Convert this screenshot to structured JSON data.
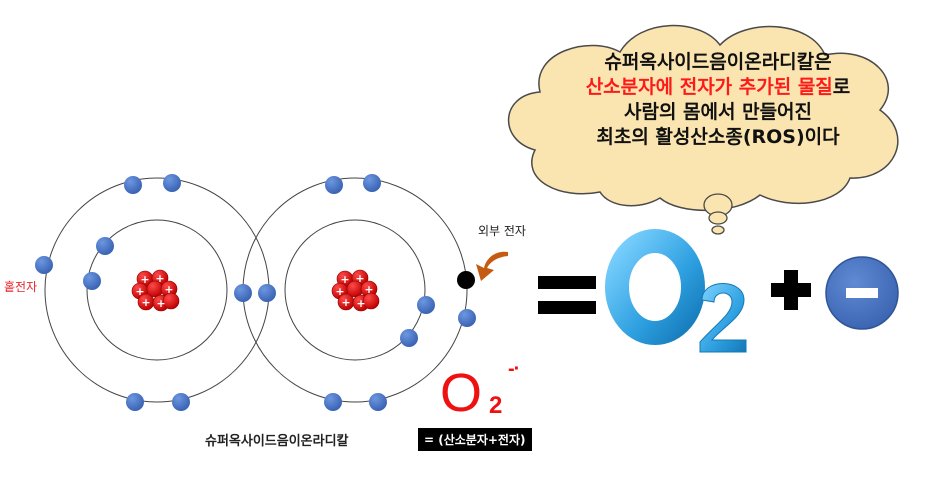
{
  "bubble": {
    "line1": "슈퍼옥사이드음이온라디칼은",
    "line2_red": "산소분자에 전자가 추가된 물질",
    "line2_rest": "로",
    "line3": "사람의 몸에서 만들어진",
    "line4": "최초의 활성산소종(ROS)이다"
  },
  "labels": {
    "outer_electron": "외부 전자",
    "unpaired_electron": "홑전자",
    "molecule_name": "슈퍼옥사이드음이온라디칼"
  },
  "radical": {
    "symbol": "O",
    "subscript": "2",
    "charge": "-·",
    "formula": "= (산소분자+전자)"
  },
  "equation": {
    "equals": "=",
    "molecule_symbol": "O",
    "molecule_subscript": "2",
    "plus": "+",
    "minus": "−"
  },
  "nucleus": {
    "proton_sign": "+"
  },
  "colors": {
    "electron": "#4472c4",
    "nucleus": "#e01010",
    "outer_electron": "#000000",
    "bubble_fill": "#fae5b0",
    "o2_blue": "#3aa8e0",
    "highlight_red": "#ff1a1a"
  }
}
